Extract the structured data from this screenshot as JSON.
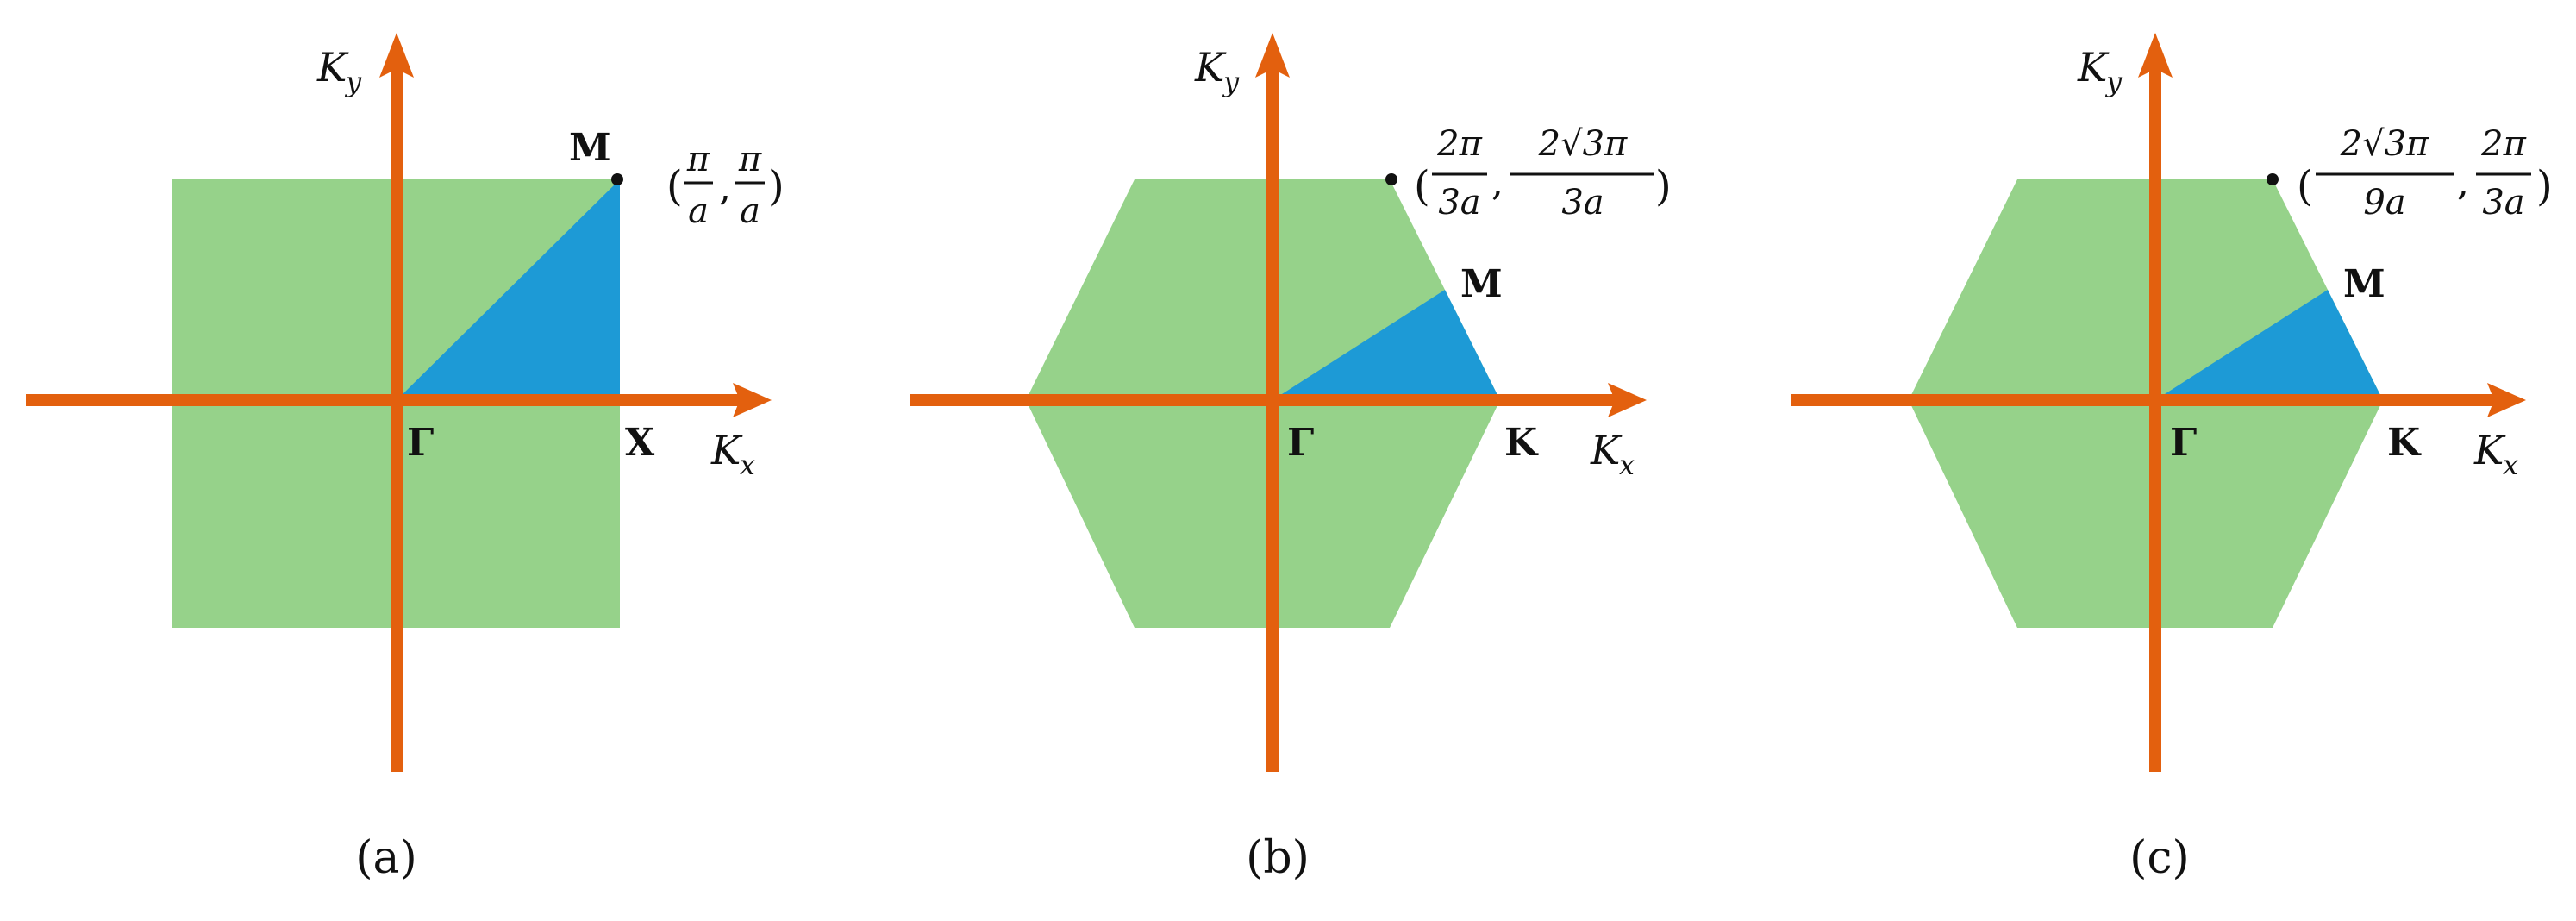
{
  "colors": {
    "zone_fill": "#96d28a",
    "irreducible_fill": "#1d9ad6",
    "axis": "#e3600e",
    "text": "#111111"
  },
  "panels": [
    {
      "id": "a",
      "caption": "(a)",
      "axis_x_label": {
        "base": "K",
        "sub": "x"
      },
      "axis_y_label": {
        "base": "K",
        "sub": "y"
      },
      "points": {
        "gamma": "Γ",
        "edge": "X",
        "corner": "M"
      },
      "coordinate": {
        "x_num": "π",
        "x_den": "a",
        "y_num": "π",
        "y_den": "a"
      }
    },
    {
      "id": "b",
      "caption": "(b)",
      "axis_x_label": {
        "base": "K",
        "sub": "x"
      },
      "axis_y_label": {
        "base": "K",
        "sub": "y"
      },
      "points": {
        "gamma": "Γ",
        "edge": "K",
        "corner": "M"
      },
      "coordinate": {
        "x_num": "2π",
        "x_den": "3a",
        "y_num": "2√3π",
        "y_den": "3a"
      }
    },
    {
      "id": "c",
      "caption": "(c)",
      "axis_x_label": {
        "base": "K",
        "sub": "x"
      },
      "axis_y_label": {
        "base": "K",
        "sub": "y"
      },
      "points": {
        "gamma": "Γ",
        "edge": "K",
        "corner": "M"
      },
      "coordinate": {
        "x_num": "2√3π",
        "x_den": "9a",
        "y_num": "2π",
        "y_den": "3a"
      }
    }
  ]
}
